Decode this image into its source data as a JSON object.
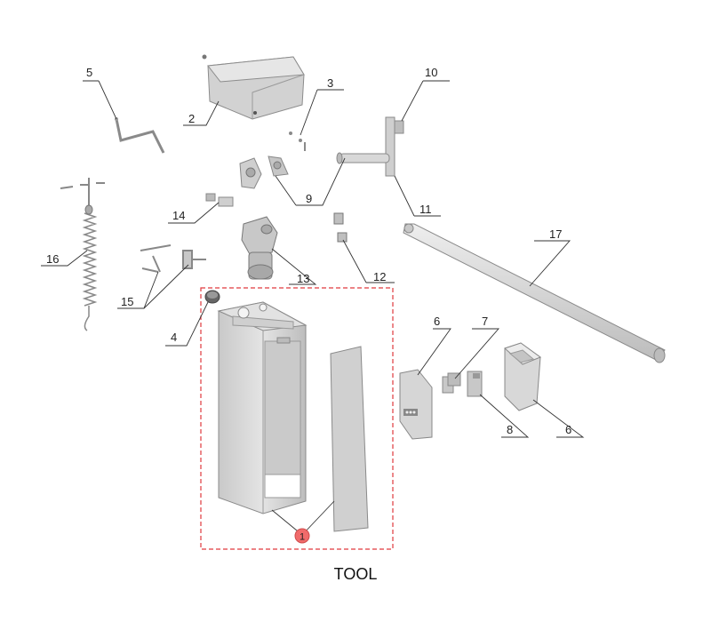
{
  "parts": {
    "p1": "1",
    "p2": "2",
    "p3": "3",
    "p4": "4",
    "p5": "5",
    "p6a": "6",
    "p6b": "6",
    "p7": "7",
    "p8": "8",
    "p9": "9",
    "p10": "10",
    "p11": "11",
    "p12": "12",
    "p13": "13",
    "p14": "14",
    "p15": "15",
    "p16": "16",
    "p17": "17"
  },
  "caption": "TOOL",
  "colors": {
    "highlight_border": "#e0393e",
    "highlight_badge": "#f06b6b",
    "part_fill": "#d6d6d6",
    "part_stroke": "#8a8a8a"
  }
}
